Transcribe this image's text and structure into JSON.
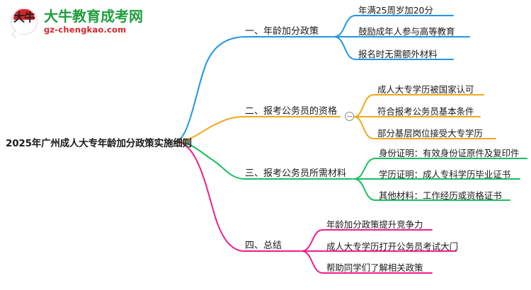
{
  "logo": {
    "mark_glyph": "大牛",
    "title": "大牛教育成考网",
    "subtitle": "gz-chengkao.com",
    "title_color": "#1f9d3d",
    "subtitle_color": "#d8232a",
    "cap_color": "#d8232a"
  },
  "mindmap": {
    "root": {
      "label": "2025年广州成人大专年龄加分政策实施细则"
    },
    "branches": [
      {
        "label": "一、年龄加分政策",
        "color": "#2196e8",
        "collapsed_toggle": false,
        "children": [
          {
            "label": "年满25周岁加20分"
          },
          {
            "label": "鼓励成年人参与高等教育"
          },
          {
            "label": "报名时无需额外材料"
          }
        ]
      },
      {
        "label": "二、报考公务员的资格",
        "color": "#f0a818",
        "collapsed_toggle": true,
        "toggle_symbol": "minus",
        "children": [
          {
            "label": "成人大专学历被国家认可"
          },
          {
            "label": "符合报考公务员基本条件"
          },
          {
            "label": "部分基层岗位接受大专学历"
          }
        ]
      },
      {
        "label": "三、报考公务员所需材料",
        "color": "#16c060",
        "collapsed_toggle": false,
        "children": [
          {
            "label": "身份证明：有效身份证原件及复印件"
          },
          {
            "label": "学历证明：成人专科学历毕业证书"
          },
          {
            "label": "其他材料：工作经历或资格证书"
          }
        ]
      },
      {
        "label": "四、总结",
        "color": "#ef1d8c",
        "collapsed_toggle": false,
        "children": [
          {
            "label": "年龄加分政策提升竞争力"
          },
          {
            "label": "成人大专学历打开公务员考试大门"
          },
          {
            "label": "帮助同学们了解相关政策"
          }
        ]
      }
    ]
  }
}
